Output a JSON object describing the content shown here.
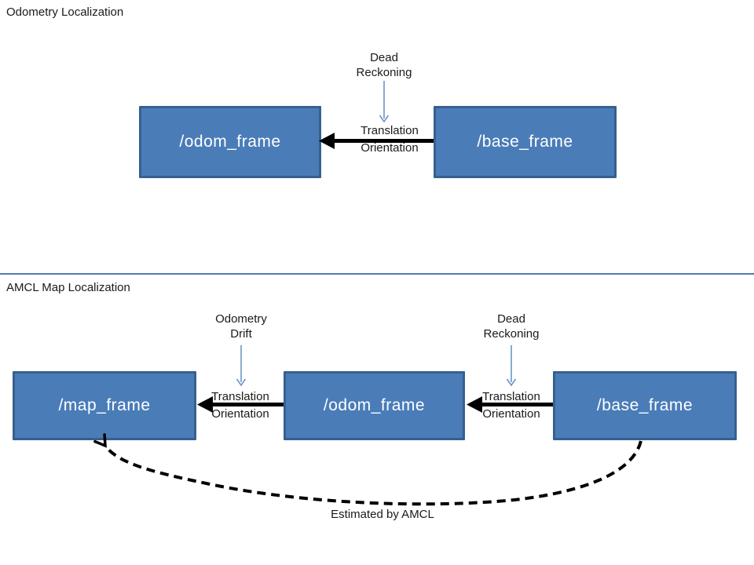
{
  "colors": {
    "box_fill": "#4a7cb8",
    "box_border": "#36608f",
    "box_text": "#ffffff",
    "arrow_black": "#000000",
    "thin_arrow": "#6f94c4",
    "divider": "#4e7cb0"
  },
  "odometry": {
    "title": "Odometry Localization",
    "boxes": [
      {
        "label": "/odom_frame"
      },
      {
        "label": "/base_frame"
      }
    ],
    "dead_reckoning": {
      "line1": "Dead",
      "line2": "Reckoning"
    },
    "arrow_label": {
      "line1": "Translation",
      "line2": "Orientation"
    }
  },
  "amcl": {
    "title": "AMCL Map Localization",
    "boxes": [
      {
        "label": "/map_frame"
      },
      {
        "label": "/odom_frame"
      },
      {
        "label": "/base_frame"
      }
    ],
    "odometry_drift": {
      "line1": "Odometry",
      "line2": "Drift"
    },
    "dead_reckoning": {
      "line1": "Dead",
      "line2": "Reckoning"
    },
    "arrow_labels": [
      {
        "line1": "Translation",
        "line2": "Orientation"
      },
      {
        "line1": "Translation",
        "line2": "Orientation"
      }
    ],
    "estimated_label": "Estimated by AMCL"
  }
}
